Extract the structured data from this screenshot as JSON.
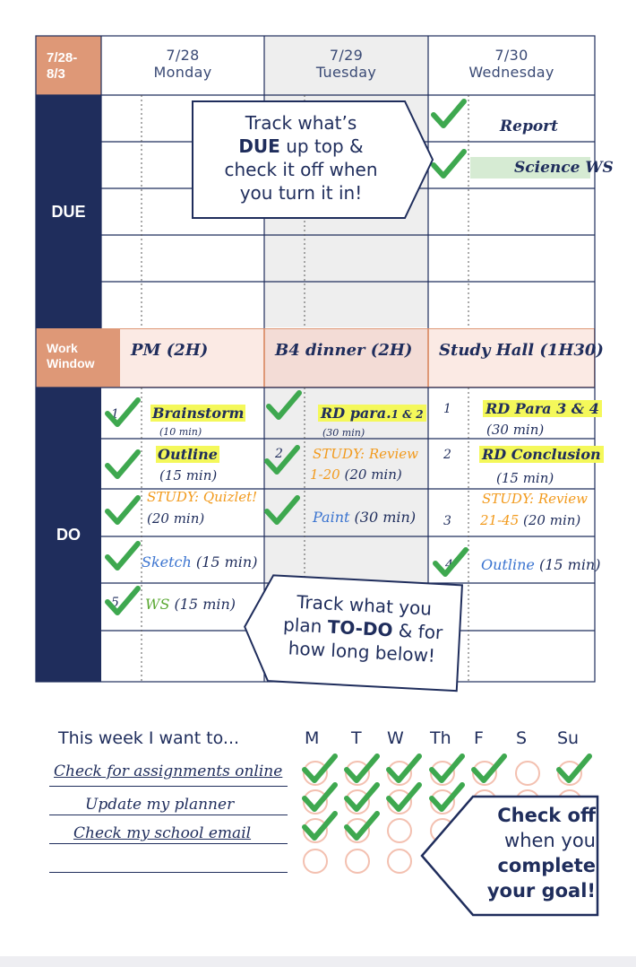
{
  "planner": {
    "week_label": "7/28-\n8/3",
    "days": [
      {
        "date": "7/28",
        "name": "Monday"
      },
      {
        "date": "7/29",
        "name": "Tuesday"
      },
      {
        "date": "7/30",
        "name": "Wednesday"
      }
    ],
    "due_label": "DUE",
    "work_window_label": "Work\nWindow",
    "do_label": "DO",
    "due_items": {
      "wednesday": [
        "Report",
        "Science WS"
      ]
    },
    "work_windows": [
      "PM (2H)",
      "B4 dinner (2H)",
      "Study Hall (1H30)"
    ],
    "monday_tasks": [
      {
        "num": "1",
        "task": "Brainstorm",
        "duration": "(10 min)"
      },
      {
        "num": "",
        "task": "Outline",
        "duration": "(15 min)"
      },
      {
        "num": "",
        "task": "STUDY: Quizlet!",
        "duration": "(20 min)"
      },
      {
        "num": "",
        "task": "Sketch",
        "duration": "(15 min)"
      },
      {
        "num": "5",
        "task": "WS",
        "duration": "(15 min)"
      }
    ],
    "tuesday_tasks": [
      {
        "num": "",
        "task": "RD para.",
        "extra": "1 & 2",
        "duration": "(30 min)"
      },
      {
        "num": "2",
        "task": "STUDY: Review",
        "extra": "1-20",
        "duration": "(20 min)"
      },
      {
        "num": "",
        "task": "Paint",
        "duration": "(30 min)"
      }
    ],
    "wednesday_tasks": [
      {
        "num": "1",
        "task": "RD Para 3 & 4",
        "duration": "(30 min)"
      },
      {
        "num": "2",
        "task": "RD Conclusion",
        "duration": "(15 min)"
      },
      {
        "num": "3",
        "task": "STUDY: Review",
        "extra": "21-45",
        "duration": "(20 min)"
      },
      {
        "num": "4",
        "task": "Outline",
        "duration": "(15 min)"
      }
    ]
  },
  "callouts": {
    "due": {
      "line1": "Track what’s",
      "bold": "DUE",
      "line2": " up top &",
      "line3": "check it off when",
      "line4": "you turn it in!"
    },
    "todo": {
      "line1": "Track what you",
      "pre": "plan ",
      "bold": "TO-DO",
      "post": " & for",
      "line3": "how long below!"
    },
    "goal": {
      "bold1": "Check off",
      "line2": "when you",
      "bold2": "complete",
      "bold3": "your goal!"
    }
  },
  "goals": {
    "title": "This week I want to...",
    "day_headers": [
      "M",
      "T",
      "W",
      "Th",
      "F",
      "S",
      "Su"
    ],
    "items": [
      "Check for assignments online",
      "Update my planner",
      "Check my school email",
      ""
    ],
    "completion": [
      [
        true,
        true,
        true,
        true,
        true,
        false,
        true
      ],
      [
        true,
        true,
        true,
        true,
        false,
        false,
        false
      ],
      [
        true,
        true,
        false,
        false,
        false,
        false,
        false
      ],
      [
        false,
        false,
        false,
        false,
        false,
        false,
        false
      ]
    ]
  },
  "colors": {
    "navy": "#1f2d5c",
    "salmon": "#de9877",
    "pink": "#fbeae4",
    "check_green": "#3ea84f",
    "highlight_yellow": "#f4f85a"
  }
}
